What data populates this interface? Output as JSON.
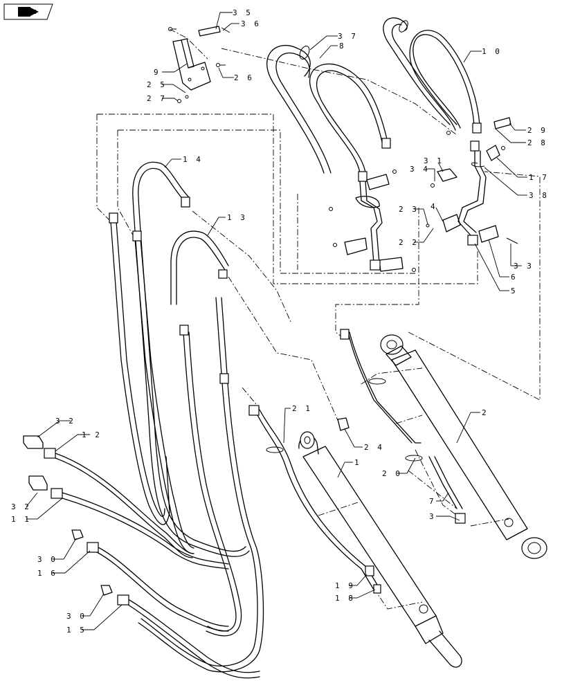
{
  "nav": {
    "icon": "folder-arrow-icon"
  },
  "labels": [
    {
      "id": "35",
      "text": "3 5"
    },
    {
      "id": "36",
      "text": "3 6"
    },
    {
      "id": "9",
      "text": "9"
    },
    {
      "id": "25",
      "text": "2 5"
    },
    {
      "id": "27",
      "text": "2 7"
    },
    {
      "id": "26",
      "text": "2 6"
    },
    {
      "id": "37",
      "text": "3 7"
    },
    {
      "id": "8",
      "text": "8"
    },
    {
      "id": "10",
      "text": "1 0"
    },
    {
      "id": "29",
      "text": "2 9"
    },
    {
      "id": "28",
      "text": "2 8"
    },
    {
      "id": "17",
      "text": "1 7"
    },
    {
      "id": "38",
      "text": "3 8"
    },
    {
      "id": "34",
      "text": "3 4"
    },
    {
      "id": "31",
      "text": "3 1"
    },
    {
      "id": "23",
      "text": "2 3"
    },
    {
      "id": "4",
      "text": "4"
    },
    {
      "id": "22",
      "text": "2 2"
    },
    {
      "id": "33",
      "text": "3 3"
    },
    {
      "id": "6",
      "text": "6"
    },
    {
      "id": "5",
      "text": "5"
    },
    {
      "id": "14",
      "text": "1 4"
    },
    {
      "id": "13",
      "text": "1 3"
    },
    {
      "id": "2",
      "text": "2"
    },
    {
      "id": "21",
      "text": "2 1"
    },
    {
      "id": "24",
      "text": "2 4"
    },
    {
      "id": "1",
      "text": "1"
    },
    {
      "id": "20",
      "text": "2 0"
    },
    {
      "id": "7",
      "text": "7"
    },
    {
      "id": "3",
      "text": "3"
    },
    {
      "id": "32a",
      "text": "3 2"
    },
    {
      "id": "12",
      "text": "1 2"
    },
    {
      "id": "32b",
      "text": "3 2"
    },
    {
      "id": "11",
      "text": "1 1"
    },
    {
      "id": "30a",
      "text": "3 0"
    },
    {
      "id": "16",
      "text": "1 6"
    },
    {
      "id": "30b",
      "text": "3 0"
    },
    {
      "id": "15",
      "text": "1 5"
    },
    {
      "id": "19",
      "text": "1 9"
    },
    {
      "id": "18",
      "text": "1 8"
    }
  ]
}
